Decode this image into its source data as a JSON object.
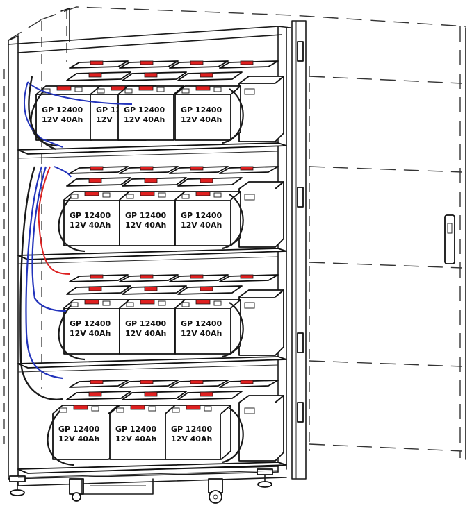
{
  "colors": {
    "line": "#1a1a1a",
    "terminal_red": "#e02020",
    "cable_blue": "#2233bb",
    "cable_red": "#dd2222",
    "background": "#ffffff"
  },
  "battery": {
    "line1": "GP 12400",
    "line2": "12V 40Ah"
  },
  "shelves": [
    {
      "labels": [
        {
          "line1": "GP 12400",
          "line2": "12V 40Ah"
        },
        {
          "line1": "GP 12",
          "line2": "12V"
        },
        {
          "line1": "GP 12400",
          "line2": "12V 40Ah"
        },
        {
          "line1": "GP 12400",
          "line2": "12V 40Ah"
        }
      ]
    },
    {
      "labels": [
        {
          "line1": "GP 12400",
          "line2": "12V 40Ah"
        },
        {
          "line1": "GP 12400",
          "line2": "12V 40Ah"
        },
        {
          "line1": "GP 12400",
          "line2": "12V 40Ah"
        }
      ]
    },
    {
      "labels": [
        {
          "line1": "GP 12400",
          "line2": "12V 40Ah"
        },
        {
          "line1": "GP 12400",
          "line2": "12V 40Ah"
        },
        {
          "line1": "GP 12400",
          "line2": "12V 40Ah"
        }
      ]
    },
    {
      "labels": [
        {
          "line1": "GP 12400",
          "line2": "12V 40Ah"
        },
        {
          "line1": "GP 12400",
          "line2": "12V 40Ah"
        },
        {
          "line1": "GP 12400",
          "line2": "12V 40Ah"
        }
      ]
    }
  ]
}
